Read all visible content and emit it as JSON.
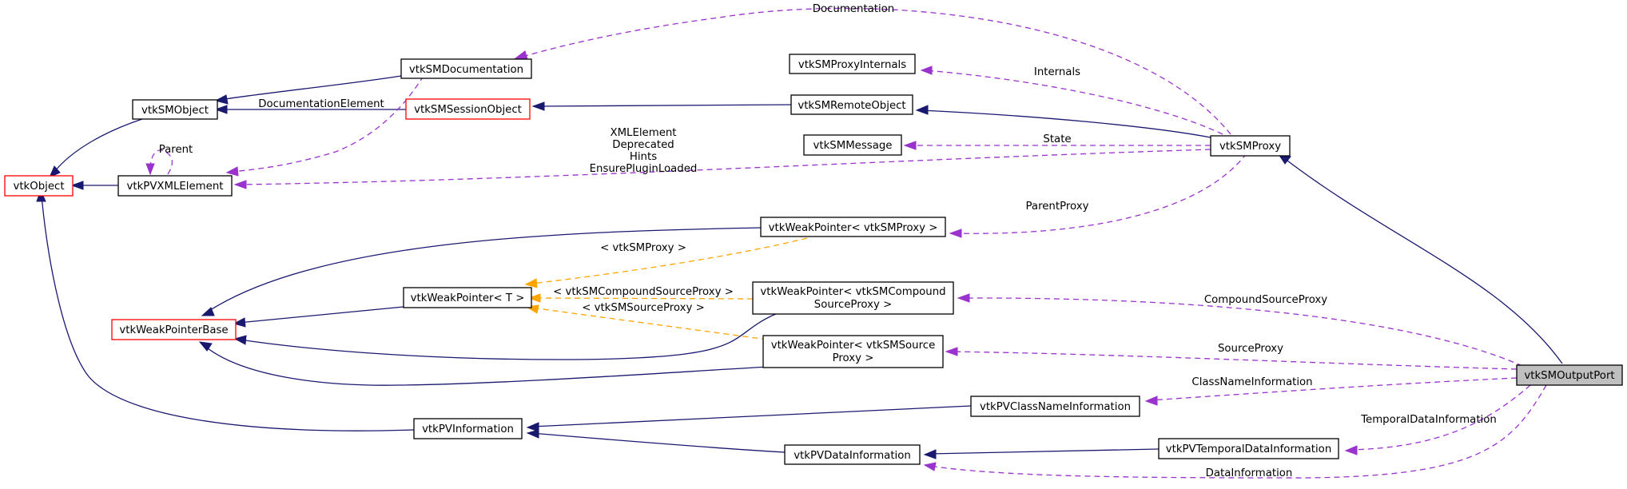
{
  "diagram": {
    "nodes": {
      "vtkObject": "vtkObject",
      "vtkSMObject": "vtkSMObject",
      "vtkPVXMLElement": "vtkPVXMLElement",
      "vtkSMDocumentation": "vtkSMDocumentation",
      "vtkSMSessionObject": "vtkSMSessionObject",
      "vtkSMProxyInternals": "vtkSMProxyInternals",
      "vtkSMRemoteObject": "vtkSMRemoteObject",
      "vtkSMMessage": "vtkSMMessage",
      "vtkSMProxy": "vtkSMProxy",
      "vtkWeakPointerSMProxy": "vtkWeakPointer< vtkSMProxy >",
      "vtkWeakPointerT": "vtkWeakPointer< T >",
      "vtkWeakPointerBase": "vtkWeakPointerBase",
      "vtkWeakPointerCompound_line1": "vtkWeakPointer< vtkSMCompound",
      "vtkWeakPointerCompound_line2": "SourceProxy >",
      "vtkWeakPointerSource_line1": "vtkWeakPointer< vtkSMSource",
      "vtkWeakPointerSource_line2": "Proxy >",
      "vtkPVClassNameInformation": "vtkPVClassNameInformation",
      "vtkPVInformation": "vtkPVInformation",
      "vtkPVDataInformation": "vtkPVDataInformation",
      "vtkPVTemporalDataInformation": "vtkPVTemporalDataInformation",
      "vtkSMOutputPort": "vtkSMOutputPort"
    },
    "edge_labels": {
      "documentation": "Documentation",
      "internals": "Internals",
      "documentation_element": "DocumentationElement",
      "parent": "Parent",
      "xml_element": "XMLElement",
      "deprecated": "Deprecated",
      "hints": "Hints",
      "ensure_plugin_loaded": "EnsurePluginLoaded",
      "state": "State",
      "parent_proxy": "ParentProxy",
      "tmpl_smproxy": "< vtkSMProxy >",
      "tmpl_compound": "< vtkSMCompoundSourceProxy >",
      "tmpl_source": "< vtkSMSourceProxy >",
      "compound_source_proxy": "CompoundSourceProxy",
      "source_proxy": "SourceProxy",
      "class_name_information": "ClassNameInformation",
      "temporal_data_information": "TemporalDataInformation",
      "data_information": "DataInformation"
    },
    "colors": {
      "inheritance": "#191970",
      "usage": "#9a32cd",
      "template": "#ffa500",
      "truncated_border": "#ff0000",
      "focus_fill": "#bfbfbf"
    }
  }
}
